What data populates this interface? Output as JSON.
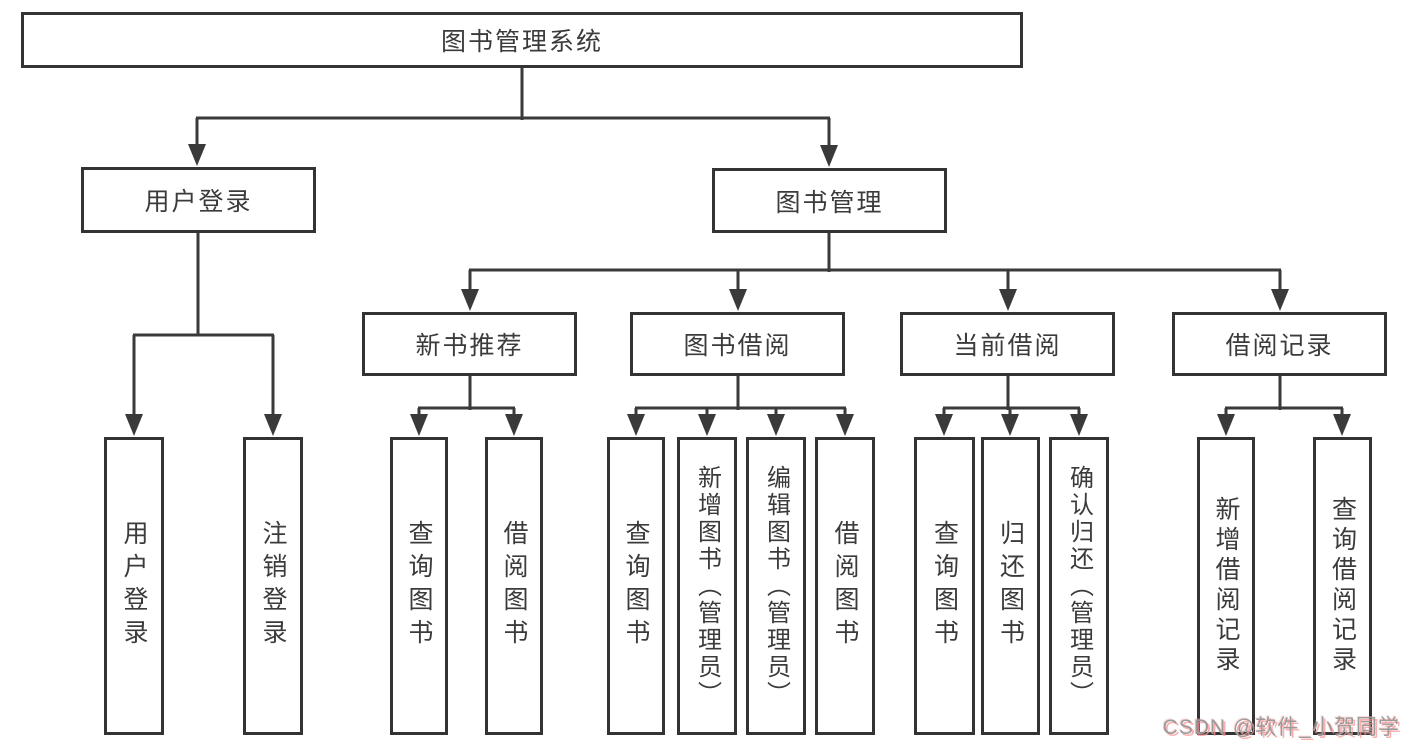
{
  "diagram_title": "图书管理系统",
  "tree": {
    "label": "图书管理系统",
    "children": [
      {
        "label": "用户登录",
        "children": [
          {
            "label": "用户登录"
          },
          {
            "label": "注销登录"
          }
        ]
      },
      {
        "label": "图书管理",
        "children": [
          {
            "label": "新书推荐",
            "children": [
              {
                "label": "查询图书"
              },
              {
                "label": "借阅图书"
              }
            ]
          },
          {
            "label": "图书借阅",
            "children": [
              {
                "label": "查询图书"
              },
              {
                "label": "新增图书（管理员）"
              },
              {
                "label": "编辑图书（管理员）"
              },
              {
                "label": "借阅图书"
              }
            ]
          },
          {
            "label": "当前借阅",
            "children": [
              {
                "label": "查询图书"
              },
              {
                "label": "归还图书"
              },
              {
                "label": "确认归还（管理员）"
              }
            ]
          },
          {
            "label": "借阅记录",
            "children": [
              {
                "label": "新增借阅记录"
              },
              {
                "label": "查询借阅记录"
              }
            ]
          }
        ]
      }
    ]
  },
  "watermark": {
    "text": "CSDN @软件_小贺同学"
  },
  "colors": {
    "line": "#3a3a3a",
    "box_border": "#333333",
    "text": "#3b3b3b",
    "watermark_gray": "#9b9b9b",
    "watermark_pink": "#f8a9a9",
    "background": "#ffffff"
  }
}
